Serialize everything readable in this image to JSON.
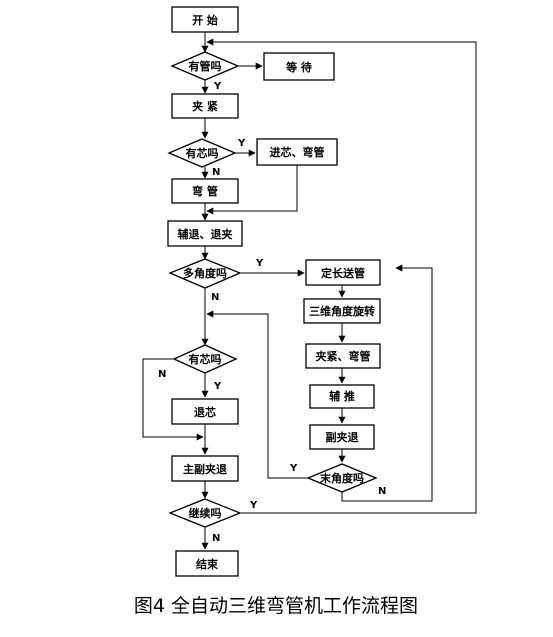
{
  "nodes": {
    "start": "开 始",
    "has_pipe": "有管吗",
    "wait": "等 待",
    "clamp": "夹 紧",
    "has_core": "有芯吗",
    "insert_core_bend": "进芯、弯管",
    "bend": "弯 管",
    "aux_release": "辅退、退夹",
    "multi_angle": "多角度吗",
    "fixed_feed": "定长送管",
    "rotate_3d": "三维角度旋转",
    "clamp_bend": "夹紧、弯管",
    "aux_push": "辅 推",
    "sub_clamp_release": "副夹退",
    "last_angle": "末角度吗",
    "has_core_2": "有芯吗",
    "withdraw_core": "退芯",
    "main_sub_release": "主副夹退",
    "continue": "继续吗",
    "end": "结束"
  },
  "labels": {
    "yes": "Y",
    "no": "N"
  },
  "caption": "图4  全自动三维弯管机工作流程图"
}
